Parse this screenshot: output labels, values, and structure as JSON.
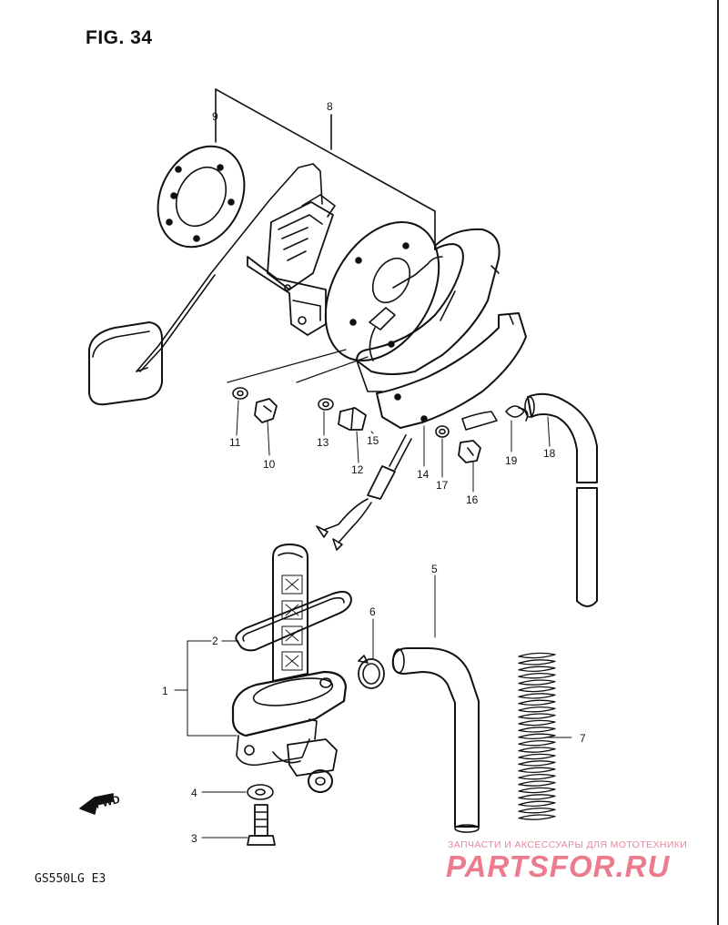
{
  "figure": {
    "title": "FIG. 34",
    "model_code": "GS550LG  E3"
  },
  "watermark": {
    "line1": "ЗАПЧАСТИ И АКСЕССУАРЫ ДЛЯ МОТОТЕХНИКИ",
    "line2": "PARTSFOR.RU"
  },
  "fwd_label": "FWD",
  "part_numbers": {
    "p1": "1",
    "p2": "2",
    "p3": "3",
    "p4": "4",
    "p5": "5",
    "p6": "6",
    "p7": "7",
    "p8": "8",
    "p9": "9",
    "p10": "10",
    "p11": "11",
    "p12": "12",
    "p13": "13",
    "p14": "14",
    "p15": "15",
    "p16": "16",
    "p17": "17",
    "p18": "18",
    "p19": "19"
  },
  "colors": {
    "line": "#111111",
    "watermark": "#ec7b8e"
  }
}
